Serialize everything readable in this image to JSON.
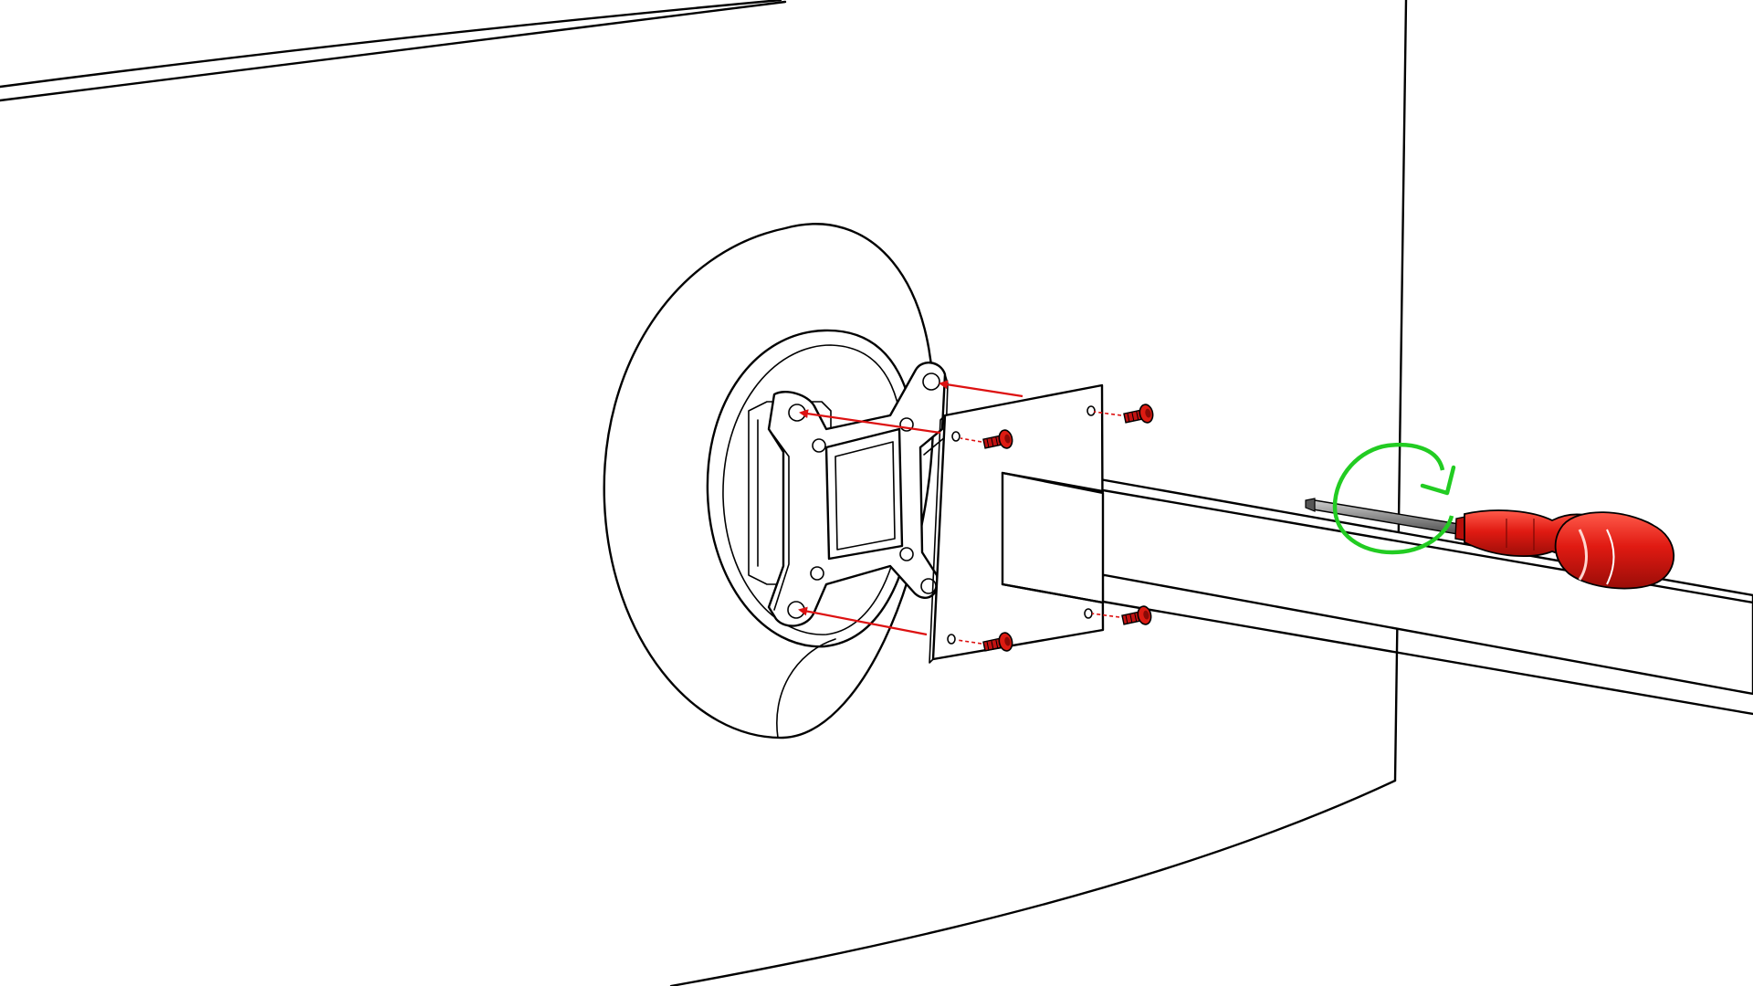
{
  "diagram": {
    "kind": "assembly-instruction",
    "step_description_visible": false,
    "colors": {
      "line": "#000000",
      "background": "#ffffff",
      "screw": "#cc1111",
      "arrow": "#dd1111",
      "rotation_arrow": "#22cc22",
      "screwdriver_handle": "#dd1111",
      "screwdriver_shaft": "#888888"
    },
    "parts": [
      {
        "name": "monitor-back-panel"
      },
      {
        "name": "rear-circular-recess"
      },
      {
        "name": "vesa-bracket"
      },
      {
        "name": "mounting-plate"
      },
      {
        "name": "support-arm"
      },
      {
        "name": "screw",
        "count": 4
      },
      {
        "name": "screwdriver"
      }
    ],
    "icons": [
      "screw-icon",
      "insertion-arrow-icon",
      "clockwise-rotation-icon",
      "screwdriver-icon"
    ]
  }
}
